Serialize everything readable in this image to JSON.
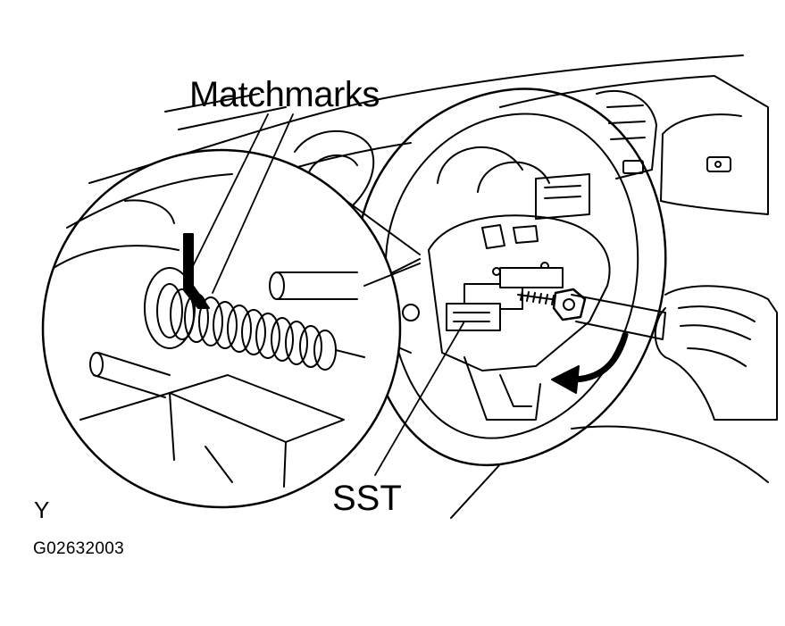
{
  "labels": {
    "matchmarks": "Matchmarks",
    "sst": "SST",
    "view_letter": "Y",
    "figure_code": "G02632003"
  },
  "colors": {
    "ink": "#000000",
    "paper": "#ffffff"
  }
}
